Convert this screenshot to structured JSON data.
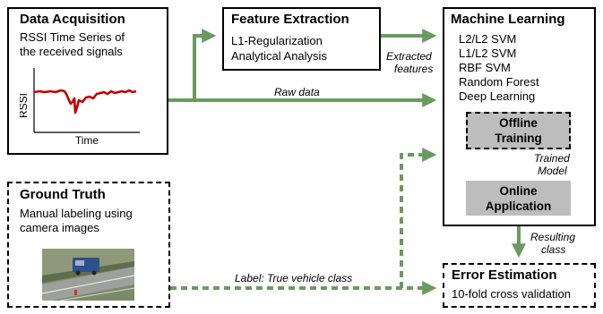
{
  "data_acquisition": {
    "title": "Data Acquisition",
    "desc_line1": "RSSI Time Series of",
    "desc_line2": "the received signals",
    "y_axis": "RSSI",
    "x_axis": "Time"
  },
  "feature_extraction": {
    "title": "Feature Extraction",
    "line1": "L1-Regularization",
    "line2": "Analytical Analysis"
  },
  "machine_learning": {
    "title": "Machine Learning",
    "methods": [
      "L2/L2 SVM",
      "L1/L2 SVM",
      "RBF SVM",
      "Random Forest",
      "Deep Learning"
    ],
    "offline": [
      "Offline",
      "Training"
    ],
    "online": [
      "Online",
      "Application"
    ],
    "trained_model": [
      "Trained",
      "Model"
    ]
  },
  "ground_truth": {
    "title": "Ground Truth",
    "line1": "Manual labeling using",
    "line2": "camera images"
  },
  "error_estimation": {
    "title": "Error Estimation",
    "line1": "10-fold cross validation"
  },
  "edge_labels": {
    "raw_data": "Raw data",
    "extracted_1": "Extracted",
    "extracted_2": "features",
    "resulting_1": "Resulting",
    "resulting_2": "class",
    "label_true": "Label: True vehicle class"
  },
  "colors": {
    "arrow_green": "#6a9a5f",
    "signal_red": "#c00000",
    "panel_gray": "#bdbdbd"
  }
}
